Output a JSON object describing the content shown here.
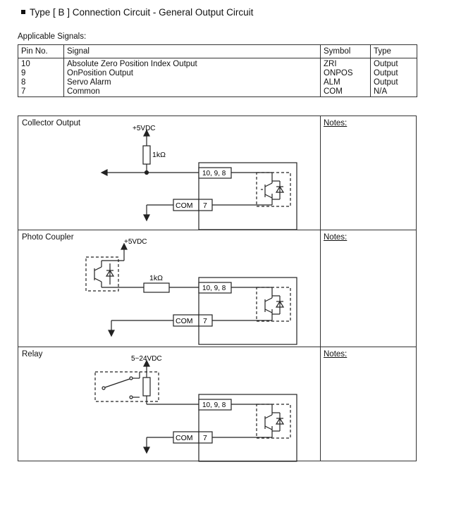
{
  "title": "Type [ B ] Connection Circuit - General Output Circuit",
  "applicable_label": "Applicable Signals:",
  "table": {
    "headers": [
      "Pin No.",
      "Signal",
      "Symbol",
      "Type"
    ],
    "rows": [
      [
        "10",
        "Absolute Zero Position Index Output",
        "ZRI",
        "Output"
      ],
      [
        "9",
        "OnPosition Output",
        "ONPOS",
        "Output"
      ],
      [
        "8",
        "Servo Alarm",
        "ALM",
        "Output"
      ],
      [
        "7",
        "Common",
        "COM",
        "N/A"
      ]
    ]
  },
  "circuits": [
    {
      "label": "Collector Output",
      "notes": "Notes:",
      "supply": "+5VDC",
      "resistor": "1kΩ",
      "pins": "10, 9, 8",
      "com": "COM",
      "com_pin": "7"
    },
    {
      "label": "Photo Coupler",
      "notes": "Notes:",
      "supply": "+5VDC",
      "resistor": "1kΩ",
      "pins": "10, 9, 8",
      "com": "COM",
      "com_pin": "7"
    },
    {
      "label": "Relay",
      "notes": "Notes:",
      "supply": "5~24VDC",
      "pins": "10, 9, 8",
      "com": "COM",
      "com_pin": "7"
    }
  ]
}
